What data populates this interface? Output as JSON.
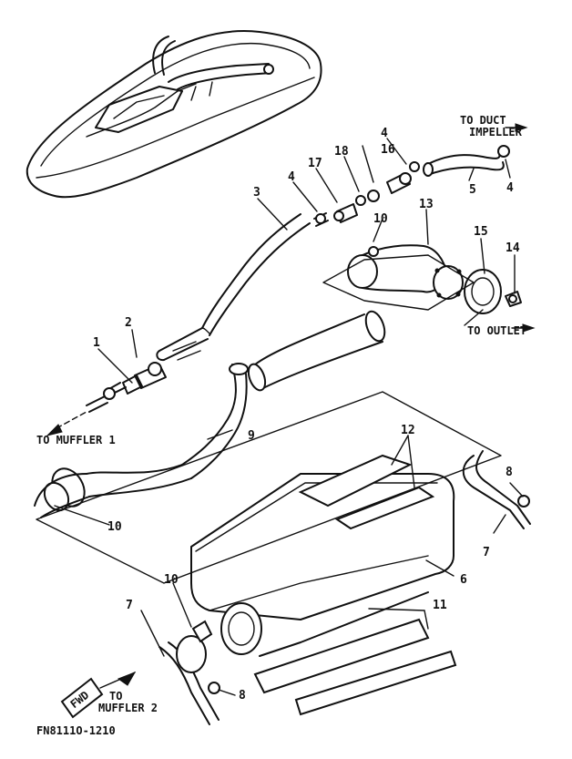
{
  "callouts": {
    "n1": "1",
    "n2": "2",
    "n3": "3",
    "n4a": "4",
    "n4b": "4",
    "n4c": "4",
    "n5": "5",
    "n6": "6",
    "n7a": "7",
    "n7b": "7",
    "n8a": "8",
    "n8b": "8",
    "n9": "9",
    "n10a": "10",
    "n10b": "10",
    "n10c": "10",
    "n11": "11",
    "n12": "12",
    "n13": "13",
    "n14": "14",
    "n15": "15",
    "n16": "16",
    "n17": "17",
    "n18": "18"
  },
  "labels": {
    "to_duct_1": "TO DUCT",
    "to_duct_2": "IMPELLER",
    "to_outlet": "TO OUTLET",
    "to_muffler_1": "TO MUFFLER 1",
    "to_muffler_2a": "TO",
    "to_muffler_2b": "MUFFLER 2",
    "fwd": "FWD",
    "figure_code": "FN8111O-1210"
  }
}
